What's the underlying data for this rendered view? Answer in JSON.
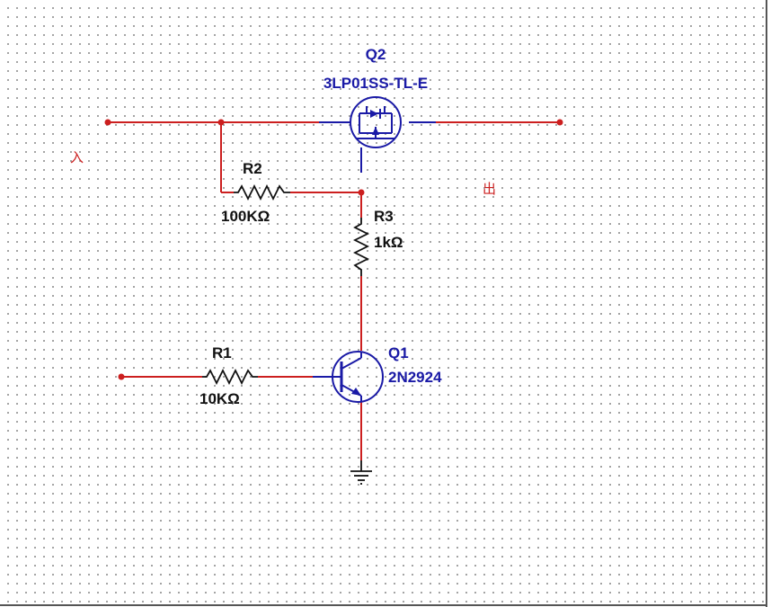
{
  "colors": {
    "wire": "#cc1f1f",
    "component": "#1a1aa6",
    "label_black": "#111111",
    "label_blue": "#1a1aa6",
    "port_label": "#cc1f1f"
  },
  "ports": {
    "input_label": "入",
    "output_label": "出"
  },
  "components": {
    "q2": {
      "ref": "Q2",
      "value": "3LP01SS-TL-E",
      "kind": "p-mosfet-icon"
    },
    "r2": {
      "ref": "R2",
      "value": "100KΩ",
      "kind": "resistor-icon"
    },
    "r3": {
      "ref": "R3",
      "value": "1kΩ",
      "kind": "resistor-icon"
    },
    "r1": {
      "ref": "R1",
      "value": "10KΩ",
      "kind": "resistor-icon"
    },
    "q1": {
      "ref": "Q1",
      "value": "2N2924",
      "kind": "npn-transistor-icon"
    },
    "gnd": {
      "kind": "ground-icon"
    }
  }
}
